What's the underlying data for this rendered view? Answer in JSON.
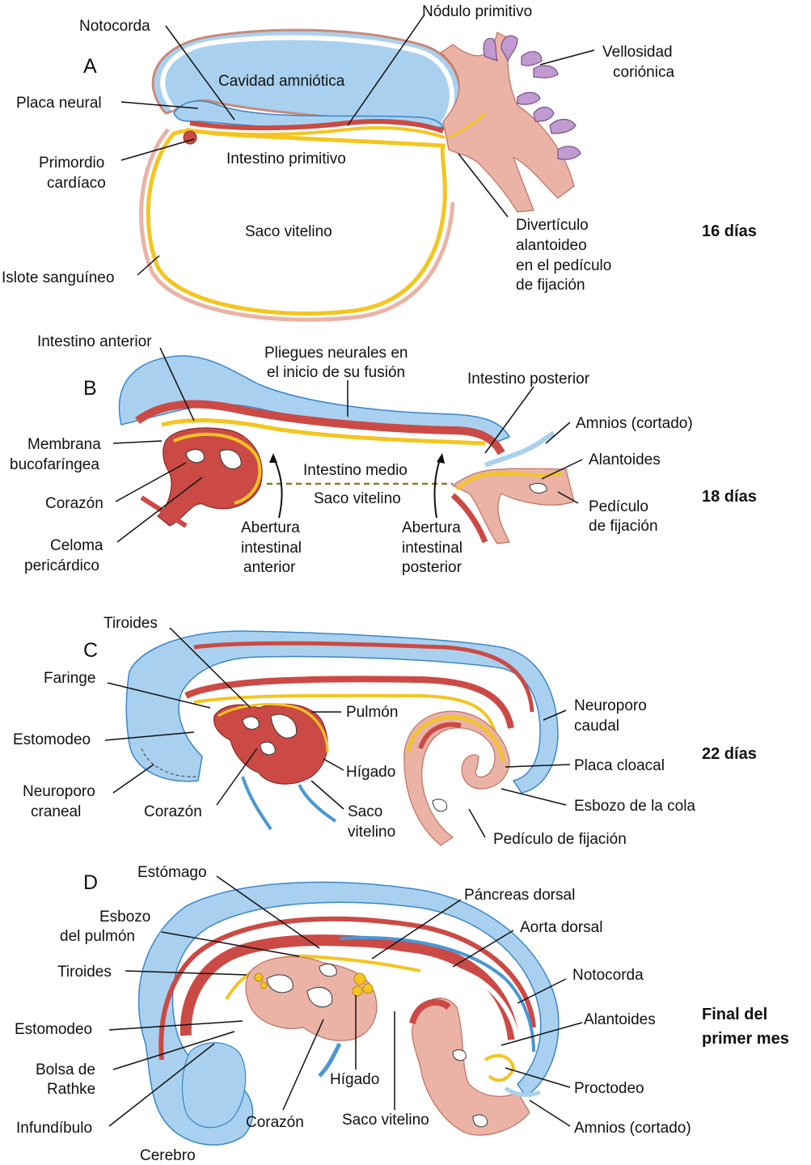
{
  "panels": {
    "a": {
      "letter": "A",
      "age": "16 días",
      "labels": {
        "notochord": "Notocorda",
        "primitive_node": "Nódulo primitivo",
        "amniotic_cavity": "Cavidad amniótica",
        "chorionic_villus_1": "Vellosidad",
        "chorionic_villus_2": "coriónica",
        "neural_plate": "Placa neural",
        "cardiac_primordium_1": "Primordio",
        "cardiac_primordium_2": "cardíaco",
        "primitive_gut": "Intestino primitivo",
        "yolk_sac": "Saco vitelino",
        "allantoic_diverticulum_1": "Divertículo",
        "allantoic_diverticulum_2": "alantoideo",
        "allantoic_diverticulum_3": "en el pedículo",
        "allantoic_diverticulum_4": "de fijación",
        "blood_island": "Islote sanguíneo"
      }
    },
    "b": {
      "letter": "B",
      "age": "18 días",
      "labels": {
        "foregut": "Intestino anterior",
        "neural_folds_1": "Pliegues neurales en",
        "neural_folds_2": "el inicio de su fusión",
        "hindgut": "Intestino posterior",
        "amnion_cut": "Amnios (cortado)",
        "allantois": "Alantoides",
        "oropharyngeal_membrane_1": "Membrana",
        "oropharyngeal_membrane_2": "bucofaríngea",
        "midgut": "Intestino medio",
        "yolk_sac": "Saco vitelino",
        "heart": "Corazón",
        "connecting_stalk_1": "Pedículo",
        "connecting_stalk_2": "de fijación",
        "pericardial_coelom_1": "Celoma",
        "pericardial_coelom_2": "pericárdico",
        "anterior_portal_1": "Abertura",
        "anterior_portal_2": "intestinal",
        "anterior_portal_3": "anterior",
        "posterior_portal_1": "Abertura",
        "posterior_portal_2": "intestinal",
        "posterior_portal_3": "posterior"
      }
    },
    "c": {
      "letter": "C",
      "age": "22 días",
      "labels": {
        "thyroid": "Tiroides",
        "pharynx": "Faringe",
        "lung": "Pulmón",
        "caudal_neuropore_1": "Neuroporo",
        "caudal_neuropore_2": "caudal",
        "stomodeum": "Estomodeo",
        "liver": "Hígado",
        "cloacal_plate": "Placa cloacal",
        "cranial_neuropore_1": "Neuroporo",
        "cranial_neuropore_2": "craneal",
        "heart": "Corazón",
        "yolk_sac_1": "Saco",
        "yolk_sac_2": "vitelino",
        "tail_bud": "Esbozo de la cola",
        "connecting_stalk": "Pedículo de fijación"
      }
    },
    "d": {
      "letter": "D",
      "age_1": "Final del",
      "age_2": "primer mes",
      "labels": {
        "stomach": "Estómago",
        "dorsal_pancreas": "Páncreas dorsal",
        "lung_bud_1": "Esbozo",
        "lung_bud_2": "del pulmón",
        "dorsal_aorta": "Aorta dorsal",
        "thyroid": "Tiroides",
        "notochord": "Notocorda",
        "stomodeum": "Estomodeo",
        "allantois": "Alantoides",
        "rathke_pouch_1": "Bolsa de",
        "rathke_pouch_2": "Rathke",
        "proctodeum": "Proctodeo",
        "liver": "Hígado",
        "infundibulum": "Infundíbulo",
        "heart": "Corazón",
        "yolk_sac": "Saco vitelino",
        "amnion_cut": "Amnios (cortado)",
        "brain": "Cerebro"
      }
    }
  }
}
